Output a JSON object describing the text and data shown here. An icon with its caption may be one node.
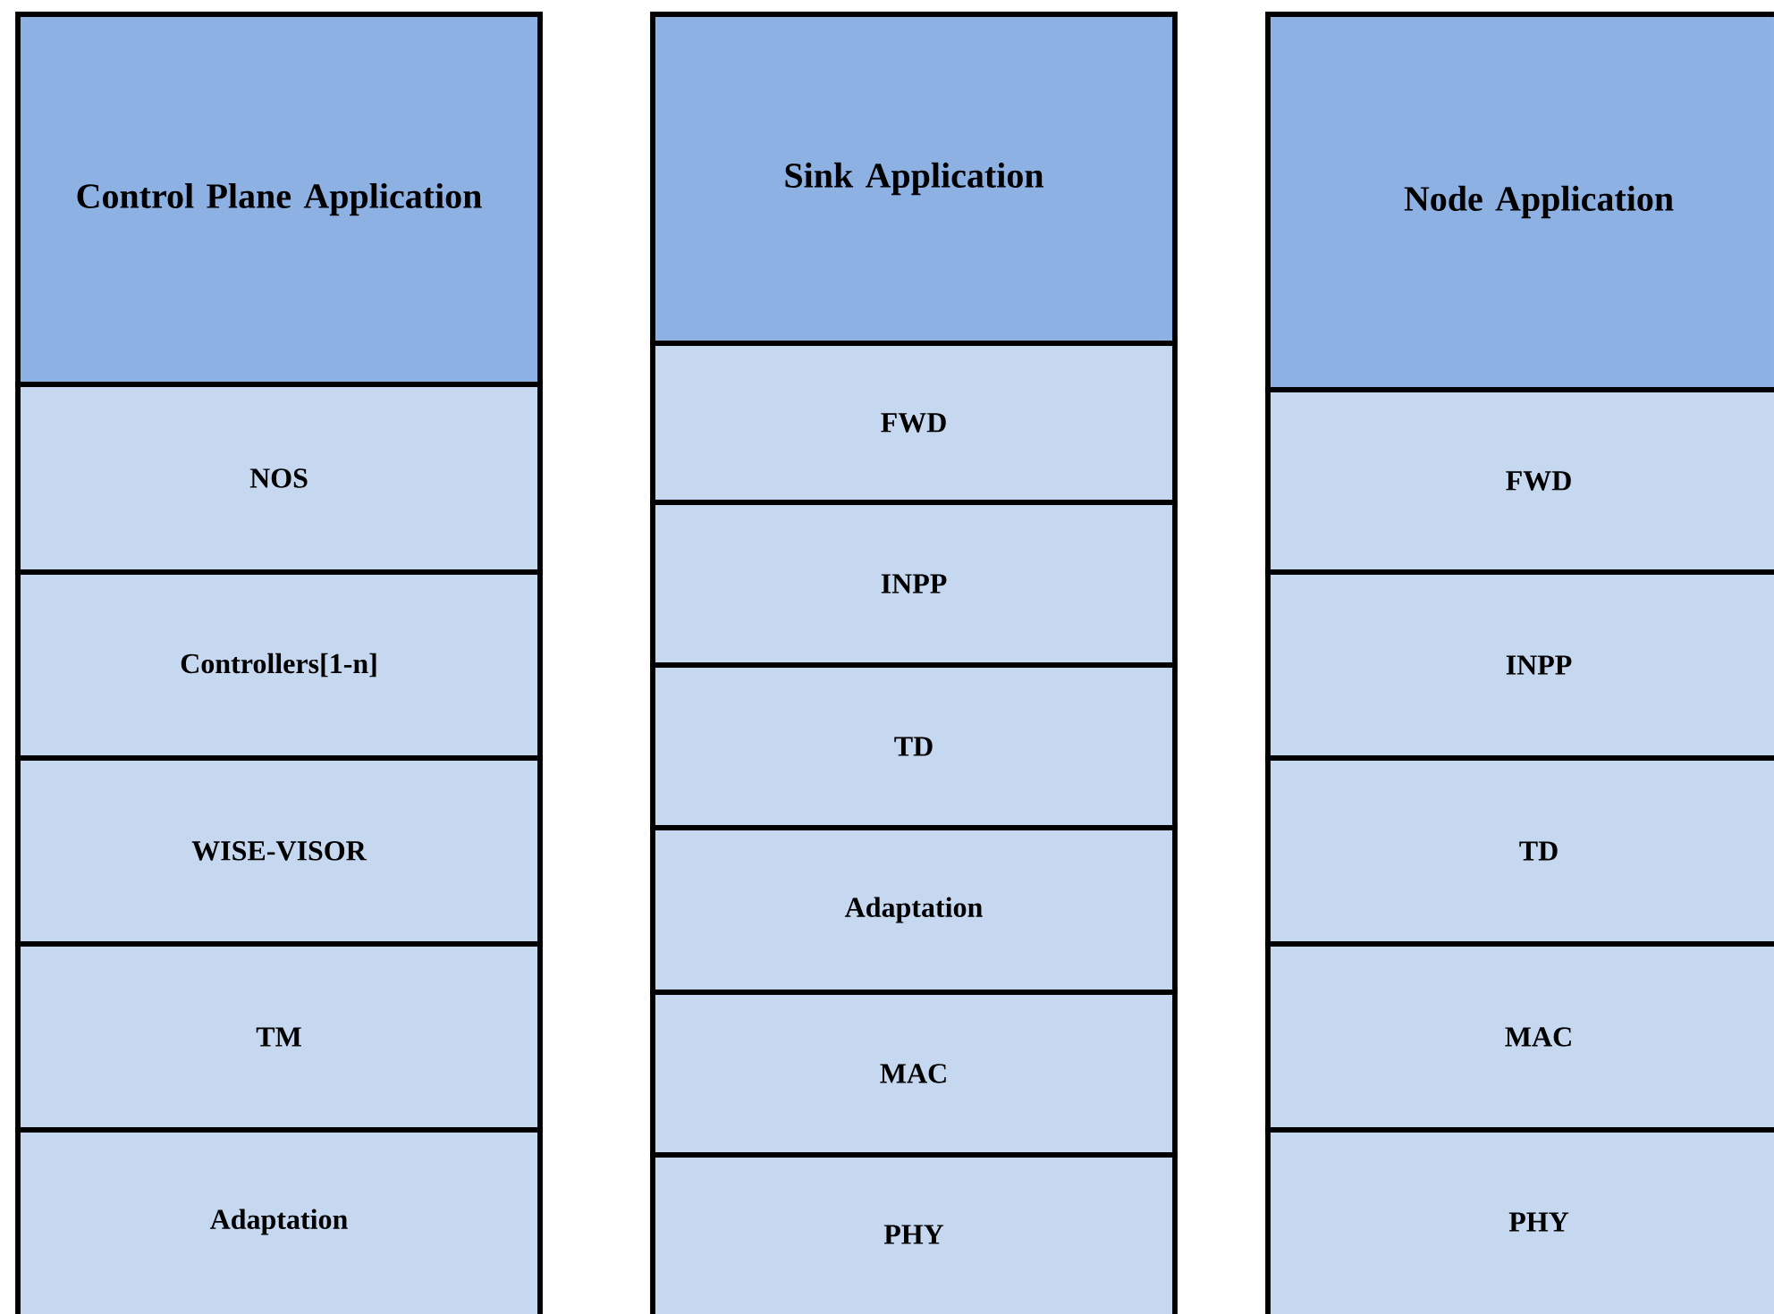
{
  "diagram": {
    "nodes": [
      {
        "text": [
          "Control Plane Application"
        ]
      },
      {
        "text": [
          "NOS"
        ]
      },
      {
        "text": [
          "Controllers[1-n]"
        ]
      },
      {
        "text": [
          "WISE-VISOR"
        ]
      },
      {
        "text": [
          "TM"
        ]
      },
      {
        "text": [
          "Adaptation"
        ]
      },
      {
        "text": [
          "Sink Application"
        ]
      },
      {
        "text": [
          "FWD"
        ]
      },
      {
        "text": [
          "INPP"
        ]
      },
      {
        "text": [
          "TD"
        ]
      },
      {
        "text": [
          "Adaptation"
        ]
      },
      {
        "text": [
          "MAC"
        ]
      },
      {
        "text": [
          "PHY"
        ]
      },
      {
        "text": [
          "Node Application"
        ]
      },
      {
        "text": [
          "FWD"
        ]
      },
      {
        "text": [
          "INPP"
        ]
      },
      {
        "text": [
          "TD"
        ]
      },
      {
        "text": [
          "MAC"
        ]
      },
      {
        "text": [
          "PHY"
        ]
      }
    ]
  }
}
